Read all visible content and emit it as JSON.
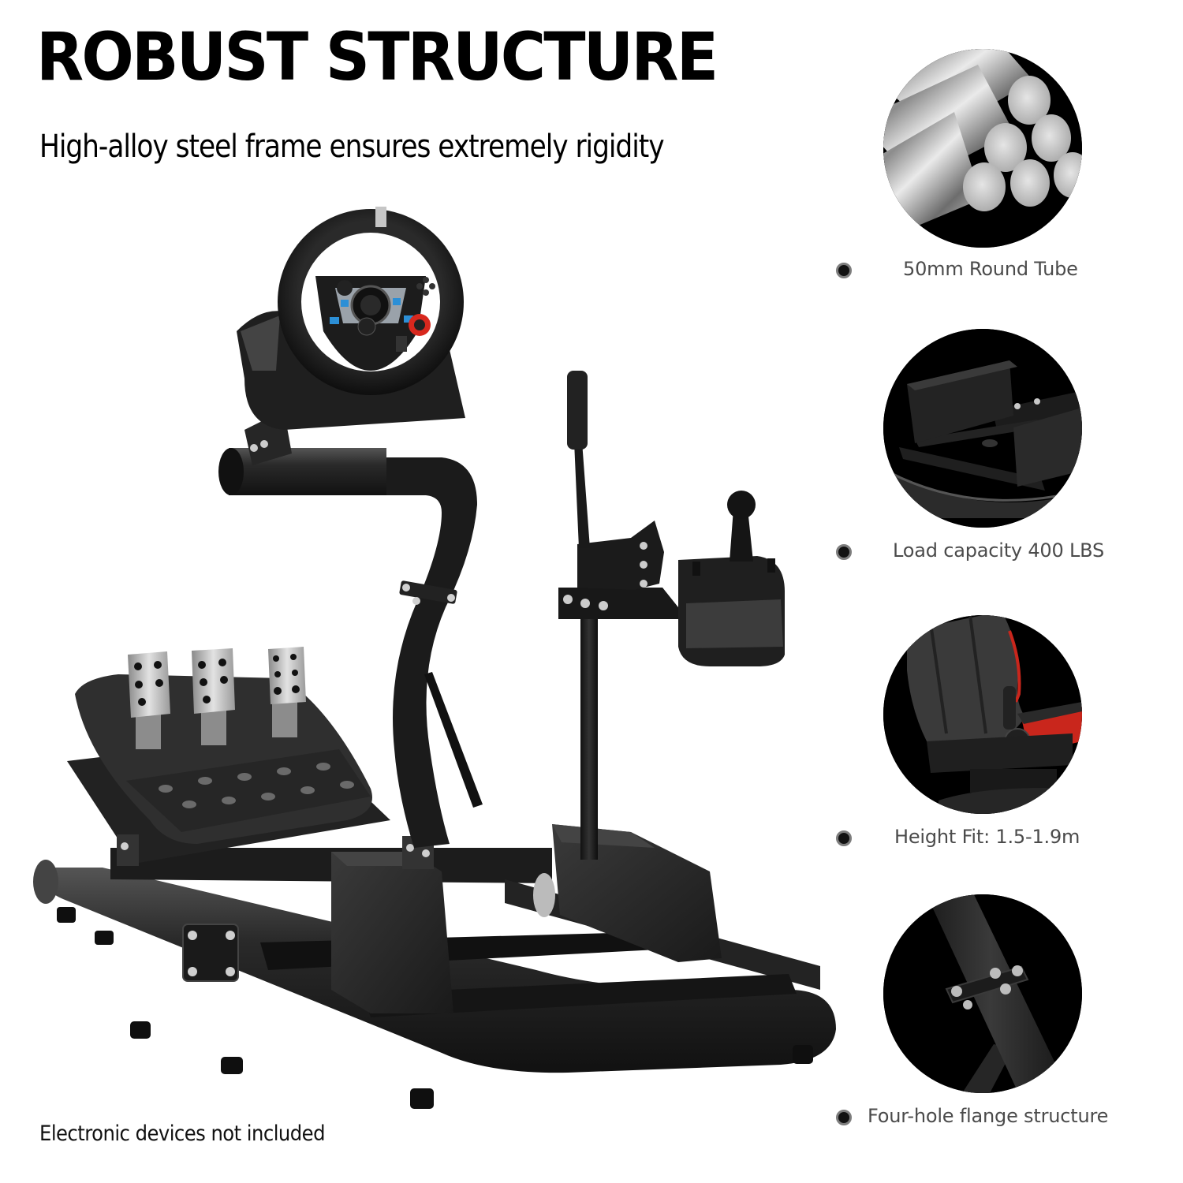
{
  "header": {
    "title": "ROBUST STRUCTURE",
    "subtitle": "High-alloy steel frame ensures extremely rigidity"
  },
  "footer": {
    "note": "Electronic devices not included"
  },
  "product": {
    "name": "Racing wheel stand with steering wheel, pedals, handbrake and shifter",
    "components": [
      "steering-wheel",
      "wheel-mount",
      "pedal-set",
      "handbrake",
      "gear-shifter",
      "seat-brackets",
      "tube-frame"
    ]
  },
  "features": [
    {
      "label": "50mm Round Tube",
      "image": "steel-tubes"
    },
    {
      "label": "Load capacity 400 LBS",
      "image": "seat-bracket-frame"
    },
    {
      "label": "Height Fit: 1.5-1.9m",
      "image": "racing-seat"
    },
    {
      "label": "Four-hole flange structure",
      "image": "flange-clamp"
    }
  ],
  "colors": {
    "background": "#ffffff",
    "frame": "#1e1e1e",
    "circle_bg": "#000000",
    "caption_text": "#4b4b4b",
    "bullet_fill": "#121212",
    "bullet_ring": "#7d7d7d",
    "accent_red": "#d8281e",
    "accent_blue": "#2c8fd6"
  }
}
